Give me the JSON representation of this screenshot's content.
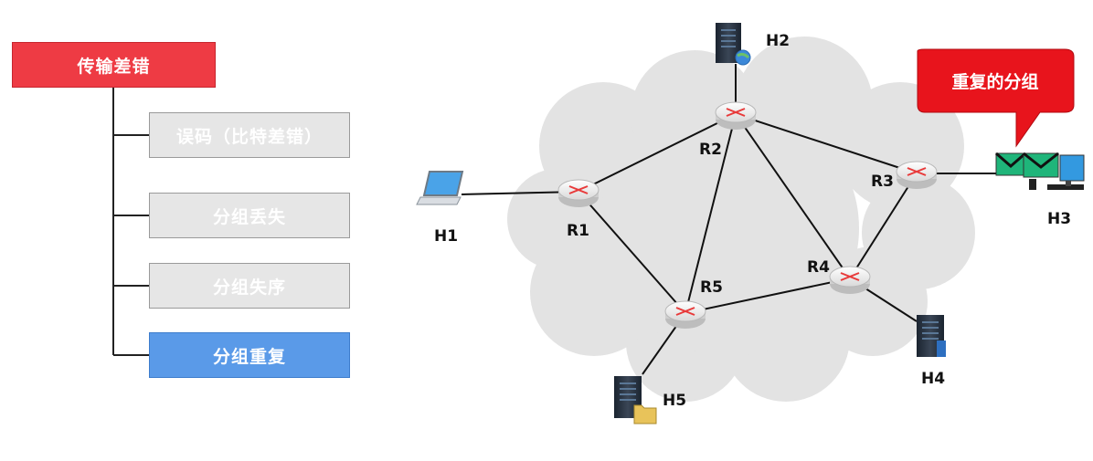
{
  "tree": {
    "root": "传输差错",
    "children": [
      "误码（比特差错）",
      "分组丢失",
      "分组失序",
      "分组重复"
    ],
    "active_index": 3
  },
  "network": {
    "routers": [
      "R1",
      "R2",
      "R3",
      "R4",
      "R5"
    ],
    "hosts": [
      "H1",
      "H2",
      "H3",
      "H4",
      "H5"
    ],
    "callout": "重复的分组"
  },
  "colors": {
    "root_fill": "#ee3b44",
    "child_fill": "#e6e6e6",
    "active_fill": "#5a9ae8",
    "callout_fill": "#e8141c",
    "cloud_fill": "#e3e3e3"
  }
}
